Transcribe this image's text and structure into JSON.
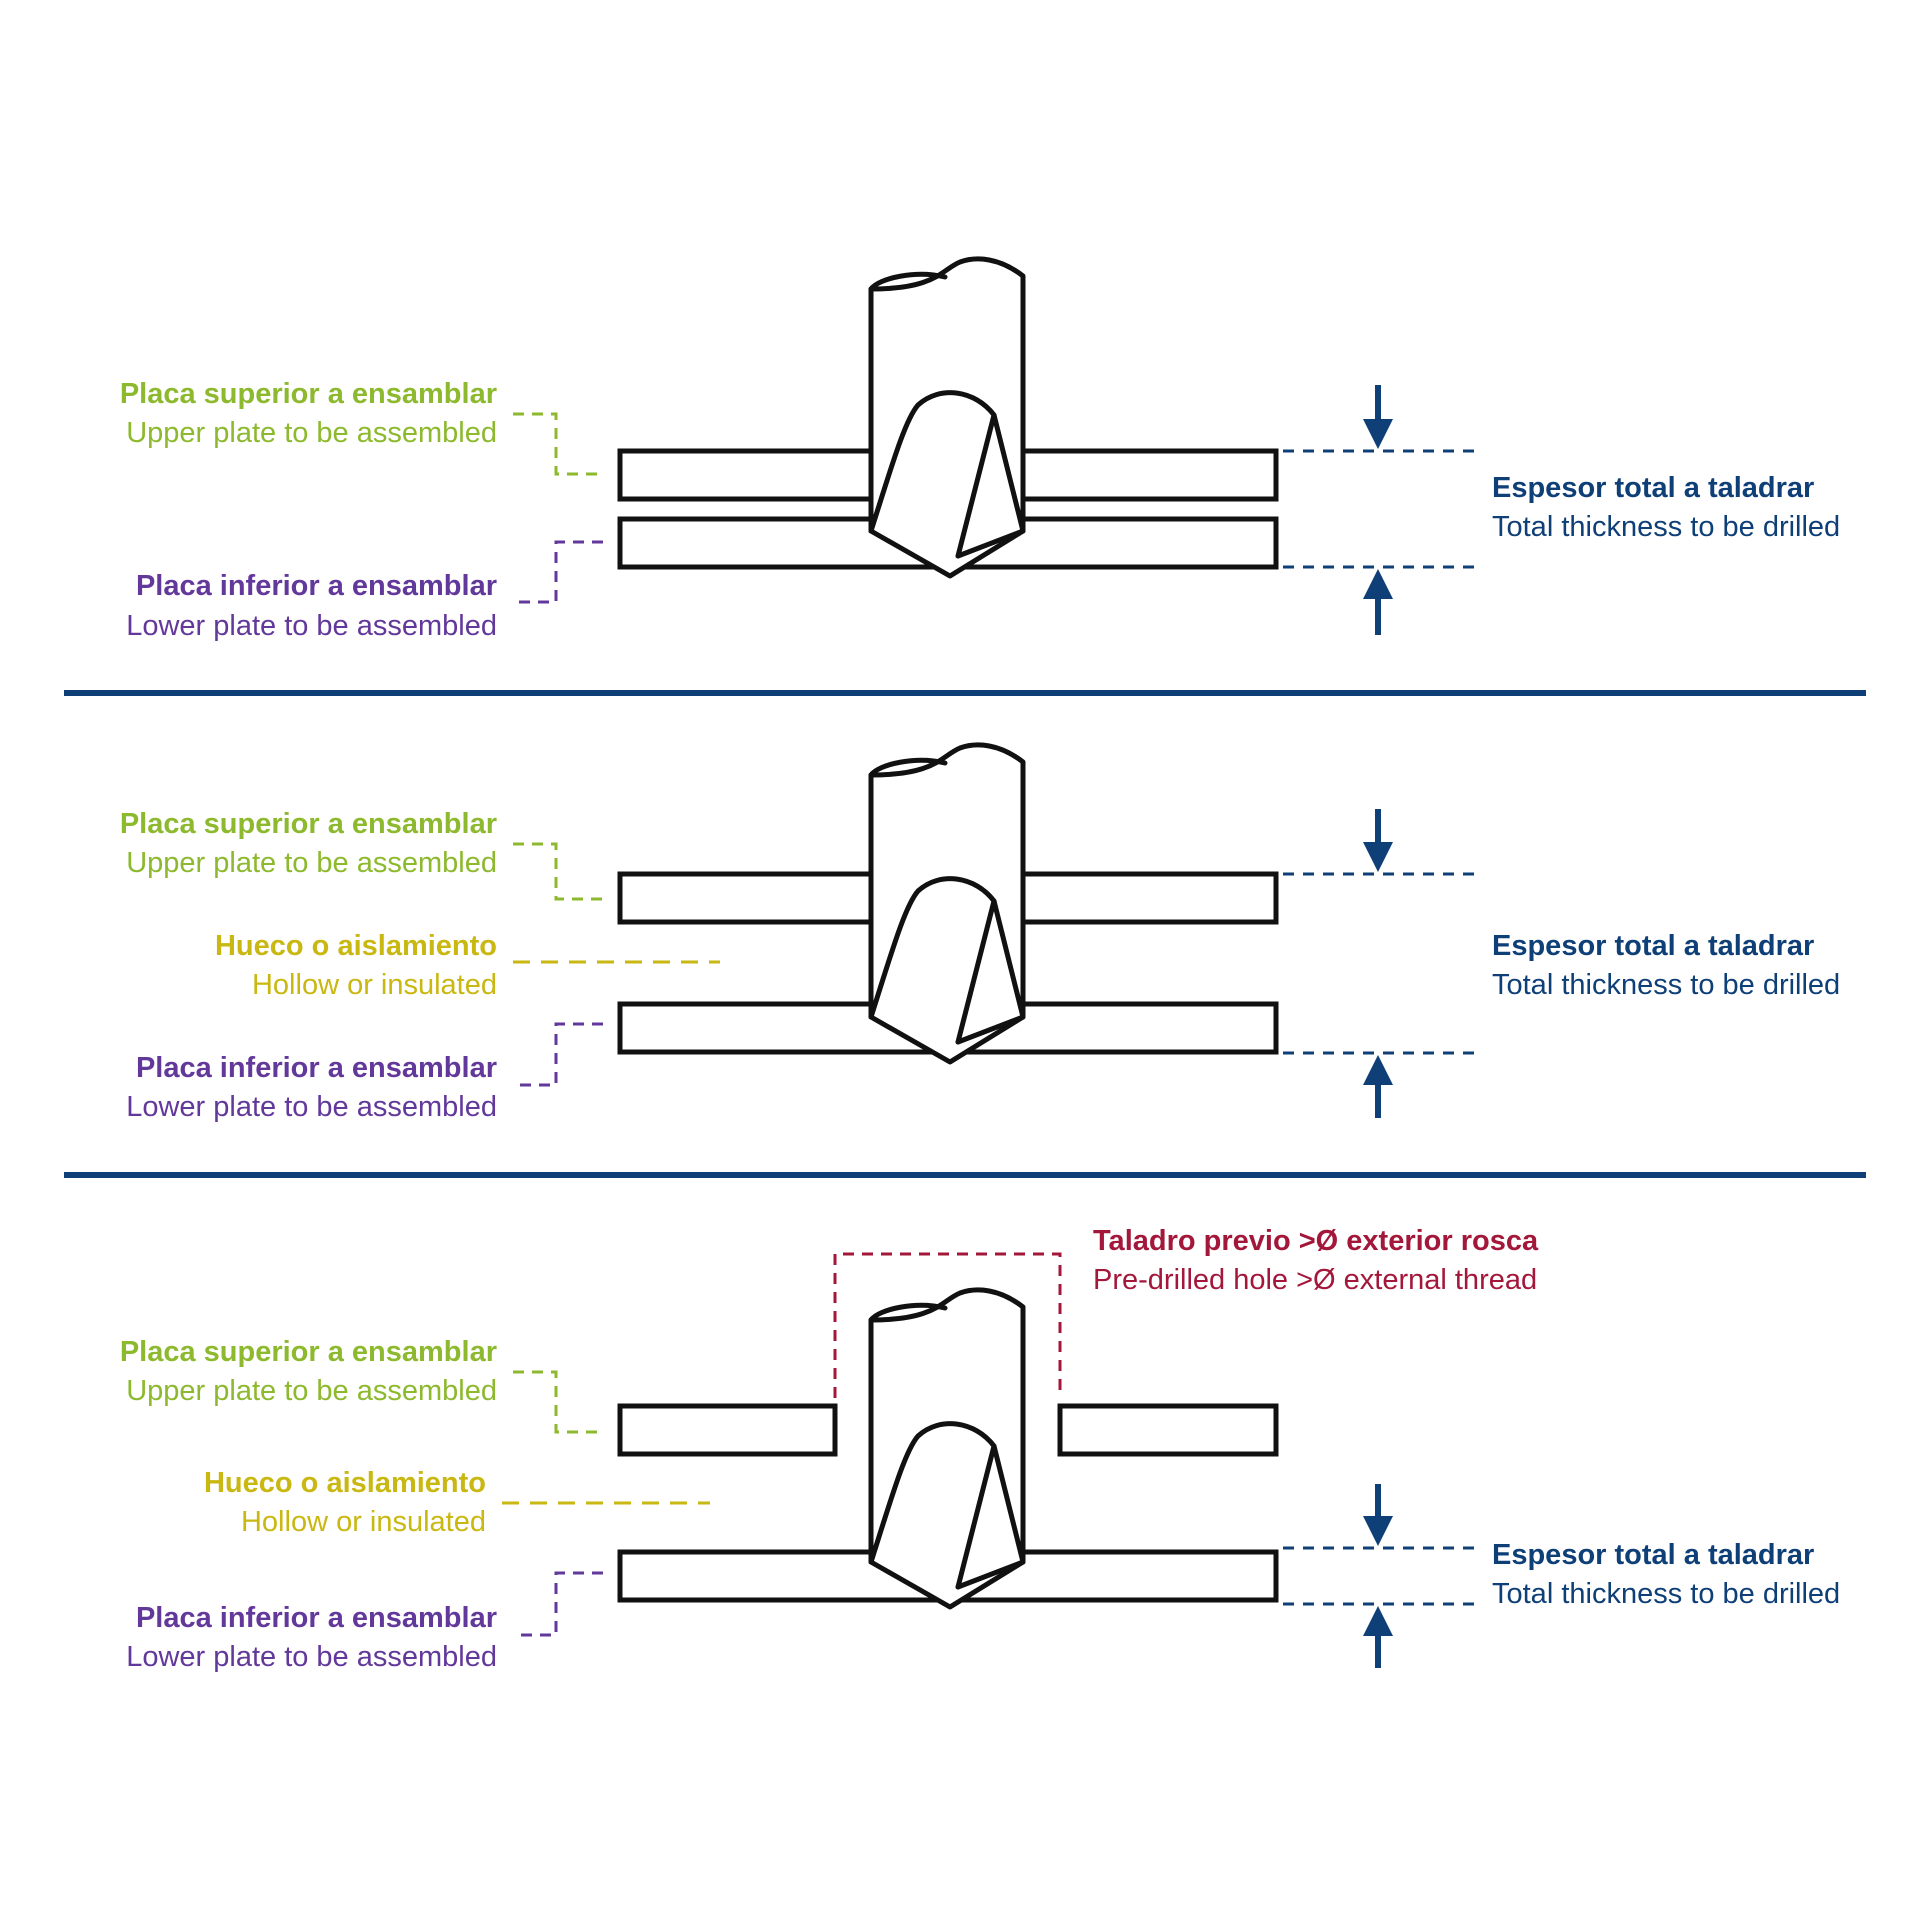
{
  "colors": {
    "upper_plate": "#8db92e",
    "lower_plate": "#62389a",
    "hollow": "#c9b712",
    "thickness": "#0f3f77",
    "predrilled": "#a3173a",
    "outline": "#111111"
  },
  "panel1": {
    "upper_es": "Placa superior a ensamblar",
    "upper_en": "Upper plate to be assembled",
    "lower_es": "Placa inferior a ensamblar",
    "lower_en": "Lower plate to be assembled",
    "thickness_es": "Espesor total a taladrar",
    "thickness_en": "Total thickness to be drilled"
  },
  "panel2": {
    "upper_es": "Placa superior a ensamblar",
    "upper_en": "Upper plate to be assembled",
    "hollow_es": "Hueco o aislamiento",
    "hollow_en": "Hollow or insulated",
    "lower_es": "Placa inferior a ensamblar",
    "lower_en": "Lower plate to be assembled",
    "thickness_es": "Espesor total a taladrar",
    "thickness_en": "Total thickness to be drilled"
  },
  "panel3": {
    "predrilled_es": "Taladro previo >Ø exterior rosca",
    "predrilled_en": "Pre-drilled hole >Ø external thread",
    "upper_es": "Placa superior a ensamblar",
    "upper_en": "Upper plate to be assembled",
    "hollow_es": "Hueco o aislamiento",
    "hollow_en": "Hollow or insulated",
    "lower_es": "Placa inferior a ensamblar",
    "lower_en": "Lower plate to be assembled",
    "thickness_es": "Espesor total a taladrar",
    "thickness_en": "Total thickness to be drilled"
  }
}
